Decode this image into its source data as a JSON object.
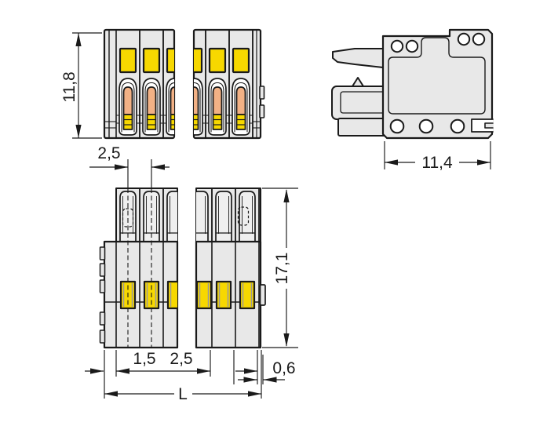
{
  "drawing": {
    "title": "connector-dimension-drawing",
    "labels": {
      "height_front": "11,8",
      "pitch_top": "2,5",
      "side_width": "11,4",
      "height_side": "17,1",
      "dim_1_5": "1,5",
      "dim_2_5": "2,5",
      "dim_0_6": "0,6",
      "length": "L"
    },
    "colors": {
      "body": "#e8e8e8",
      "finger": "#efefef",
      "yellow": "#f7d800",
      "orange": "#f2b185",
      "white": "#ffffff",
      "line": "#1a1a1a",
      "frame_gray": "#9a9a9a",
      "background": "#ffffff"
    }
  }
}
